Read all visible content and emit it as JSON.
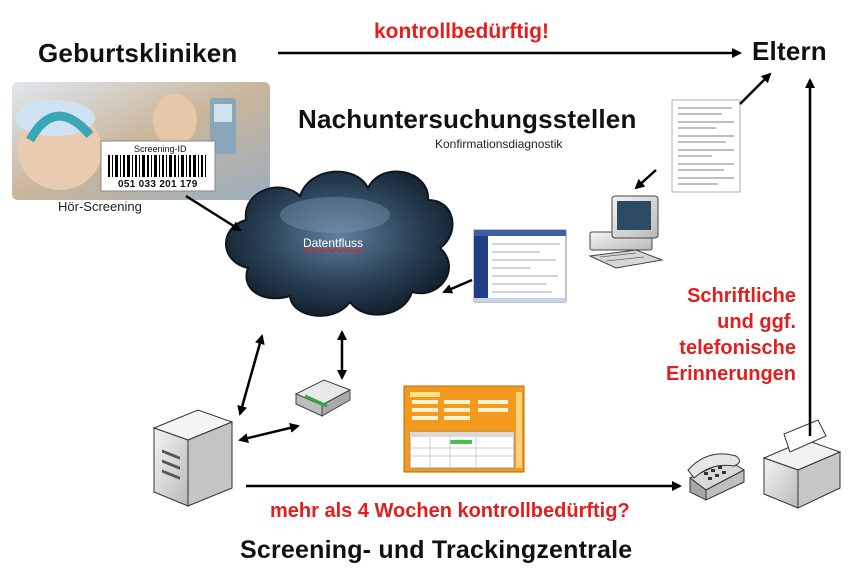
{
  "nodes": {
    "birth_clinics": "Geburtskliniken",
    "parents": "Eltern",
    "followup_centers": "Nachuntersuchungsstellen",
    "confirmation_diagnostics": "Konfirmationsdiagnostik",
    "hearing_screening": "Hör-Screening",
    "screening_id_label": "Screening-ID",
    "screening_id_number": "051 033 201 179",
    "data_flow": "Datentfluss",
    "center": "Screening-  und Trackingzentrale"
  },
  "annotations": {
    "needs_control": "kontrollbedürftig!",
    "reminders": [
      "Schriftliche",
      "und ggf.",
      "telefonische",
      "Erinnerungen"
    ],
    "overdue": "mehr als 4 Wochen kontrollbedürftig?"
  },
  "colors": {
    "accent_red": "#e31e1e",
    "cloud_dark": "#1a2b3c",
    "cloud_light": "#6d8aa6",
    "form_orange": "#f39a1e"
  }
}
